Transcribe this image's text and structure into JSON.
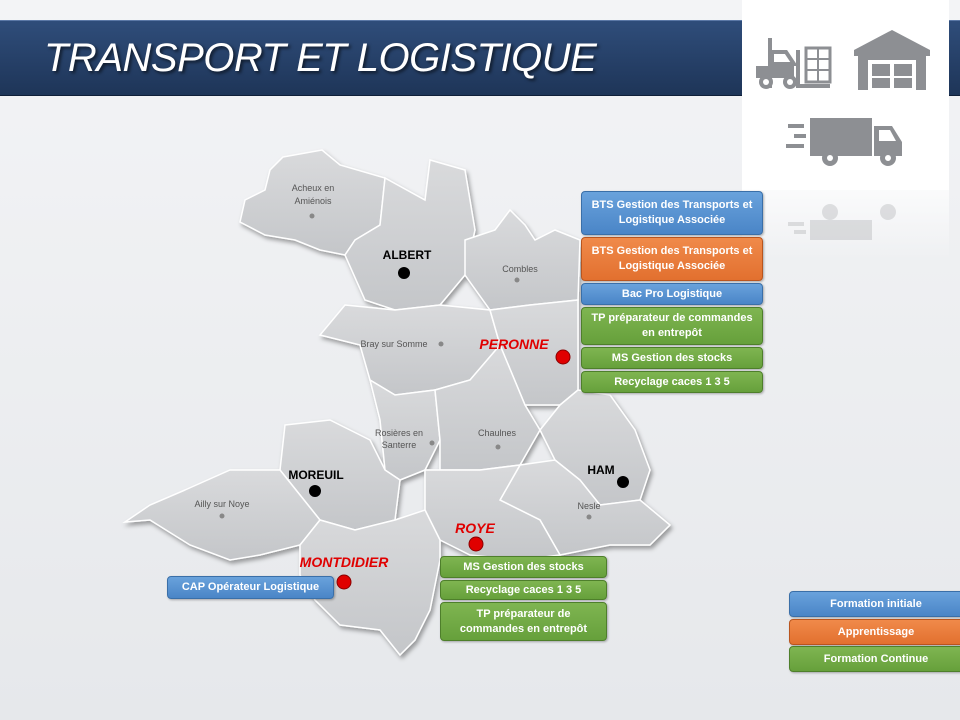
{
  "title": "TRANSPORT ET LOGISTIQUE",
  "icons": [
    "forklift-icon",
    "warehouse-icon",
    "delivery-truck-icon"
  ],
  "colors": {
    "header": "#24406a",
    "formation_initiale": "#4a85c7",
    "apprentissage": "#e2702f",
    "formation_continue": "#66a03b",
    "hub": "#e00000"
  },
  "towns": {
    "acheux_line1": "Acheux en",
    "acheux_line2": "Amiénois",
    "combles": "Combles",
    "bray": "Bray sur Somme",
    "rosieres_line1": "Rosières en",
    "rosieres_line2": "Santerre",
    "chaulnes": "Chaulnes",
    "ailly": "Ailly sur Noye",
    "nesle": "Nesle"
  },
  "cities": {
    "albert": "ALBERT",
    "moreuil": "MOREUIL",
    "ham": "HAM"
  },
  "hubs": {
    "peronne": "PERONNE",
    "roye": "ROYE",
    "montdidier": "MONTDIDIER"
  },
  "peronne_trainings": [
    {
      "label": "BTS  Gestion des Transports et Logistique Associée",
      "type": "formation_initiale"
    },
    {
      "label": "BTS  Gestion des Transports et Logistique Associée",
      "type": "apprentissage"
    },
    {
      "label": "Bac Pro  Logistique",
      "type": "formation_initiale"
    },
    {
      "label": "TP préparateur de commandes en entrepôt",
      "type": "formation_continue"
    },
    {
      "label": "MS Gestion des stocks",
      "type": "formation_continue"
    },
    {
      "label": "Recyclage caces  1 3 5",
      "type": "formation_continue"
    }
  ],
  "roye_trainings": [
    {
      "label": "MS Gestion des stocks",
      "type": "formation_continue"
    },
    {
      "label": "Recyclage caces  1 3 5",
      "type": "formation_continue"
    },
    {
      "label": "TP préparateur de commandes en entrepôt",
      "type": "formation_continue"
    }
  ],
  "montdidier_trainings": [
    {
      "label": "CAP Opérateur Logistique",
      "type": "formation_initiale"
    }
  ],
  "legend": {
    "formation_initiale": "Formation initiale",
    "apprentissage": "Apprentissage",
    "formation_continue": "Formation Continue"
  }
}
